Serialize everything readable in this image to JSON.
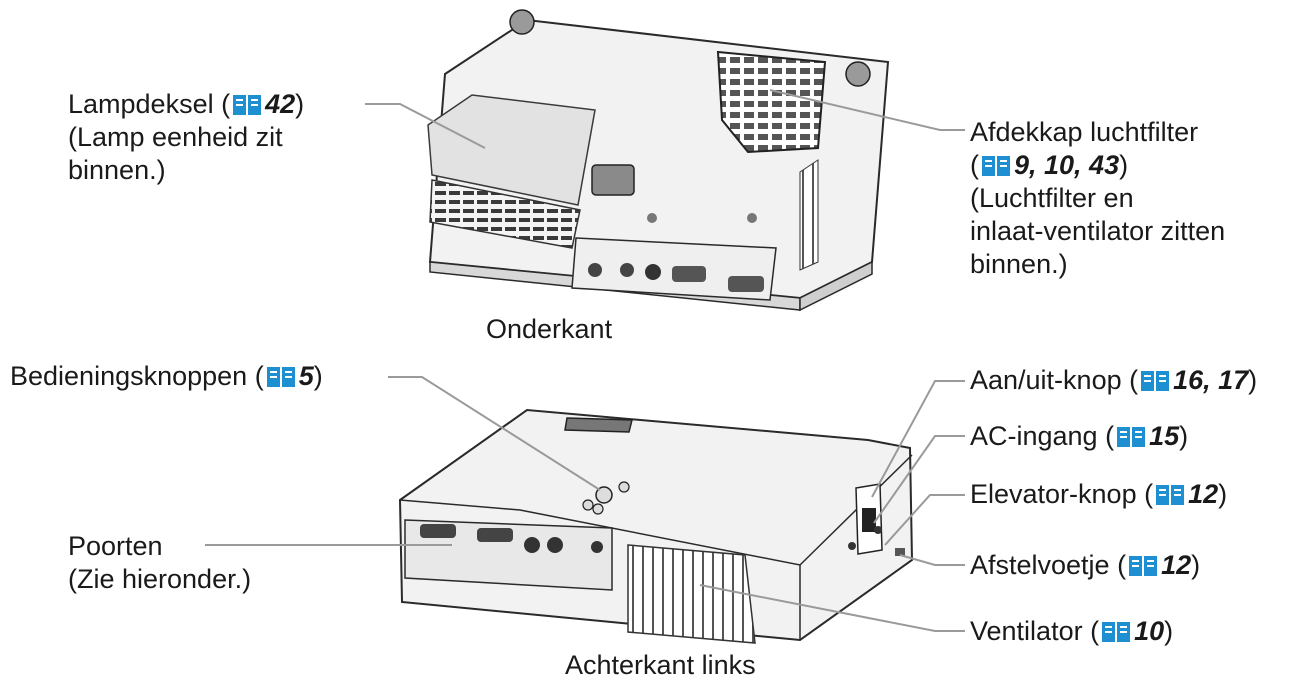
{
  "icon": "book-icon",
  "colors": {
    "book": "#1e8fd0",
    "text": "#1a1a1a",
    "leader": "#9a9a9a"
  },
  "top_view": {
    "caption": "Onderkant",
    "lamp_cover": {
      "name": "Lampdeksel (",
      "ref": "42",
      "close": ")",
      "line2": "(Lamp eenheid zit",
      "line3": "binnen.)"
    },
    "filter_cover": {
      "name": "Afdekkap luchtfilter",
      "open": " (",
      "ref": "9, 10, 43",
      "close": ")",
      "line3": "(Luchtfilter en",
      "line4": "inlaat-ventilator zitten",
      "line5": "binnen.)"
    }
  },
  "bottom_view": {
    "caption": "Achterkant links",
    "controls": {
      "name": "Bedieningsknoppen (",
      "ref": "5",
      "close": ")"
    },
    "ports": {
      "name": "Poorten",
      "line2": "(Zie hieronder.)"
    },
    "power": {
      "name": "Aan/uit-knop (",
      "ref": "16, 17",
      "close": ")"
    },
    "ac_inlet": {
      "name": "AC-ingang (",
      "ref": "15",
      "close": ")"
    },
    "elevator": {
      "name": "Elevator-knop (",
      "ref": "12",
      "close": ")"
    },
    "foot": {
      "name": "Afstelvoetje (",
      "ref": "12",
      "close": ")"
    },
    "vent": {
      "name": "Ventilator (",
      "ref": "10",
      "close": ")"
    }
  }
}
